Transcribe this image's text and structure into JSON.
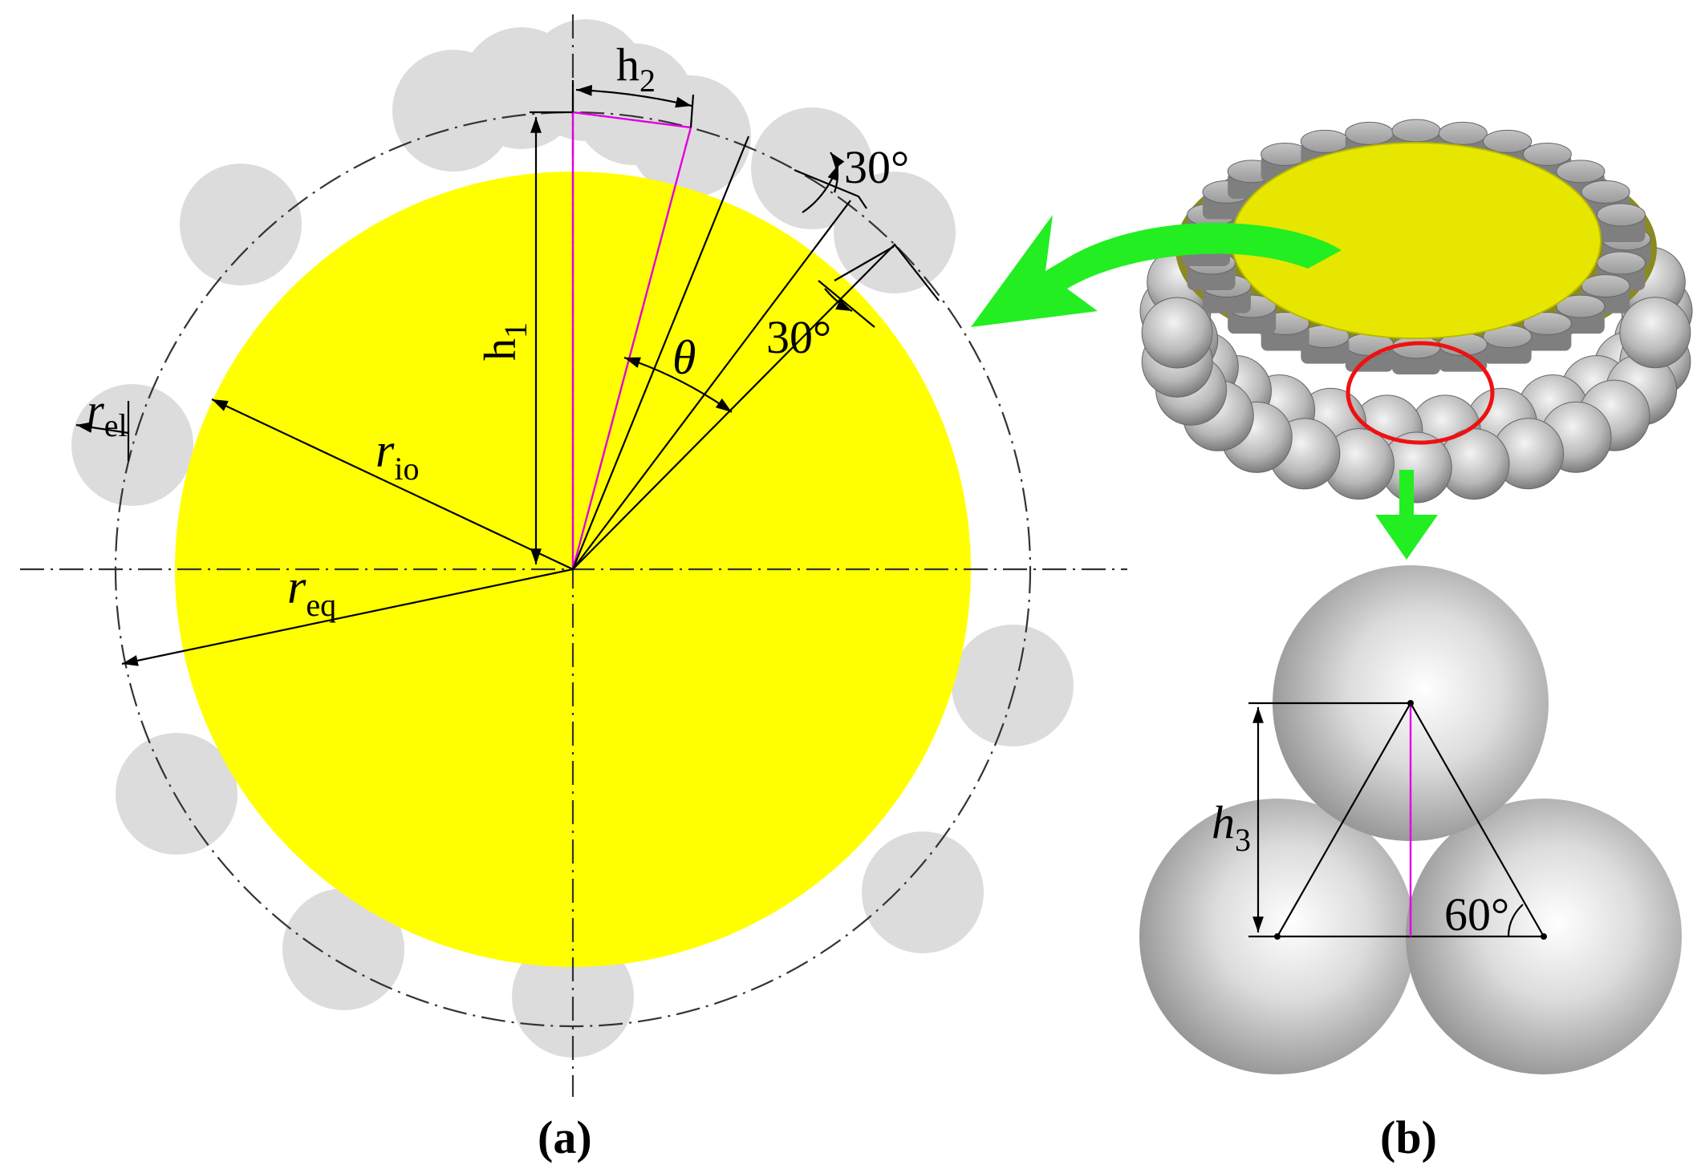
{
  "panel_a": {
    "caption": "(a)",
    "labels": {
      "h1": {
        "main": "h",
        "sub": "1"
      },
      "h2": {
        "main": "h",
        "sub": "2"
      },
      "rio": {
        "main": "r",
        "sub": "io"
      },
      "req": {
        "main": "r",
        "sub": "eq"
      },
      "rel": {
        "main": "r",
        "sub": "el"
      },
      "theta": "θ",
      "angle_top": "30°",
      "angle_mid": "30°"
    },
    "colors": {
      "core": "#ffff00",
      "particle": "#dcdcdc",
      "highlight_line": "#e000e0"
    }
  },
  "panel_b": {
    "caption": "(b)",
    "labels": {
      "h3": {
        "main": "h",
        "sub": "3"
      },
      "angle": "60°"
    },
    "colors": {
      "disk_top": "#e6e600",
      "arrow": "#22ee22",
      "selection_ring": "#ee1111"
    }
  }
}
